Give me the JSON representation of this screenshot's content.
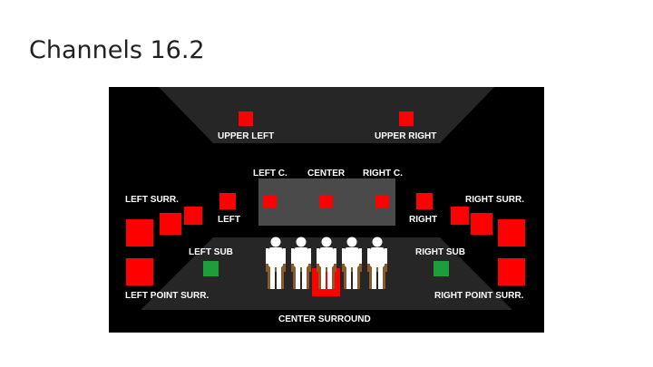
{
  "slide": {
    "title": "Channels 16.2"
  },
  "diagram": {
    "labels": {
      "upper_left": "UPPER LEFT",
      "upper_right": "UPPER RIGHT",
      "left_c": "LEFT C.",
      "center": "CENTER",
      "right_c": "RIGHT C.",
      "left_surr": "LEFT SURR.",
      "right_surr": "RIGHT SURR.",
      "left": "LEFT",
      "right": "RIGHT",
      "left_sub": "LEFT SUB",
      "right_sub": "RIGHT SUB",
      "left_point_surr": "LEFT POINT SURR.",
      "right_point_surr": "RIGHT POINT SURR.",
      "center_surround": "CENTER SURROUND"
    },
    "colors": {
      "speaker": "#ff0000",
      "subwoofer": "#1e9e3a",
      "background": "#000000",
      "screen": "#4a4a4a"
    },
    "listener_icon": "person-icon"
  }
}
